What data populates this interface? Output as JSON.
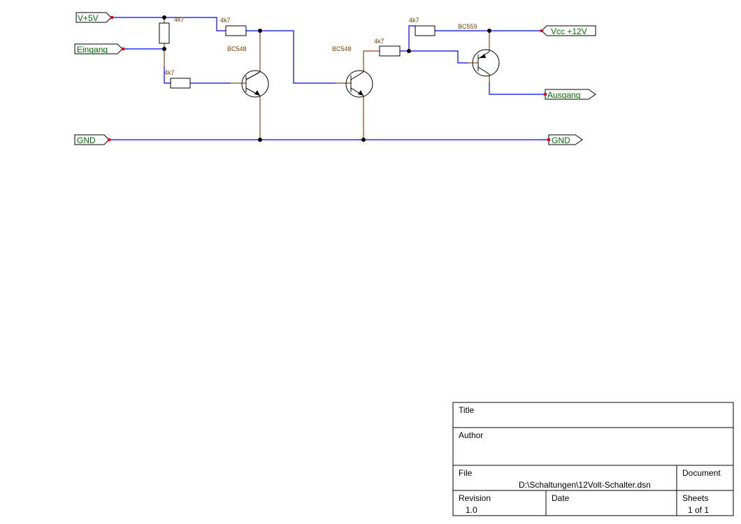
{
  "ports": {
    "v5": "V+5V",
    "eingang": "Eingang",
    "gnd_left": "GND",
    "vcc12": "Vcc +12V",
    "ausgang": "Ausgang",
    "gnd_right": "GND"
  },
  "components": {
    "r1_value": "4k7",
    "r2_value": "4k7",
    "r3_value": "4k7",
    "r4_value": "4k7",
    "r5_value": "4k7",
    "q1_name": "BC548",
    "q2_name": "BC548",
    "q3_name": "BC559"
  },
  "title_block": {
    "title_label": "Title",
    "author_label": "Author",
    "file_label": "File",
    "file_value": "D:\\Schaltungen\\12Volt-Schalter.dsn",
    "document_label": "Document",
    "revision_label": "Revision",
    "revision_value": "1.0",
    "date_label": "Date",
    "sheets_label": "Sheets",
    "sheets_value": "1 of 1"
  },
  "colors": {
    "wire": "#0000ff",
    "component_lead": "#8b4513",
    "port_text": "#007000",
    "component_text": "#804000",
    "pin": "#ff0000"
  }
}
